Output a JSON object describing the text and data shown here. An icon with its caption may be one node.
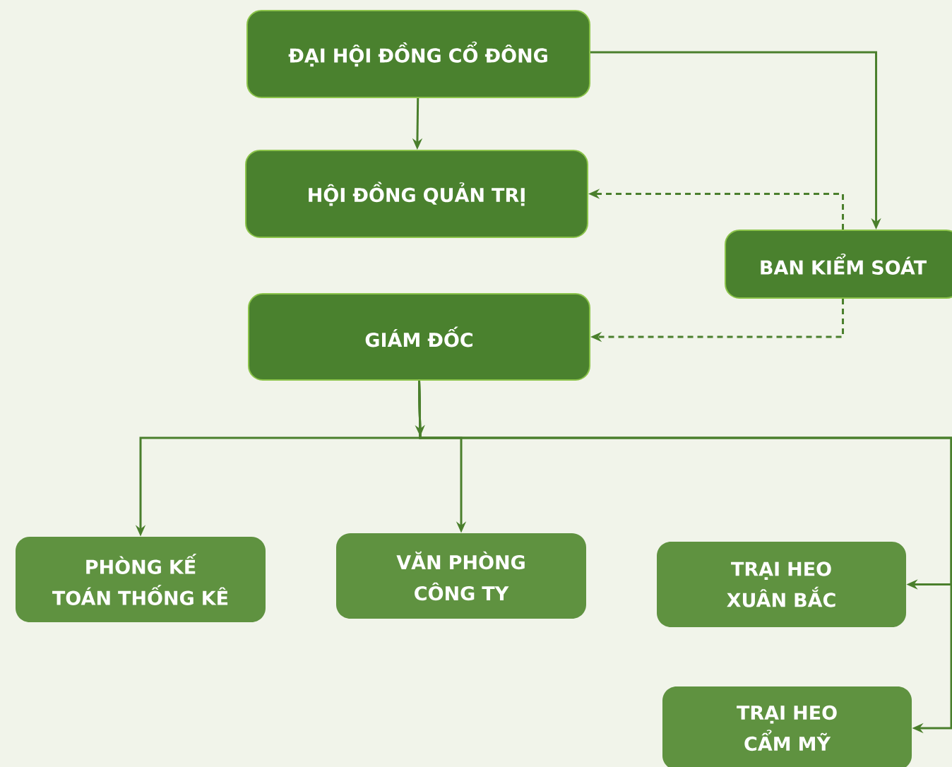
{
  "diagram": {
    "nodes": [
      {
        "text": [
          "ĐẠI HỘI ĐỒNG CỔ ĐÔNG"
        ]
      },
      {
        "text": [
          "HỘI ĐỒNG QUẢN TRỊ"
        ]
      },
      {
        "text": [
          "GIÁM ĐỐC"
        ]
      },
      {
        "text": [
          "BAN KIỂM SOÁT"
        ]
      },
      {
        "text": [
          "PHÒNG KẾ TOÁN THỐNG KÊ"
        ]
      },
      {
        "text": [
          "VĂN PHÒNG CÔNG TY"
        ]
      },
      {
        "text": [
          "TRẠI HEO XUÂN BẮC"
        ]
      },
      {
        "text": [
          "TRẠI HEO CẨM MỸ"
        ]
      }
    ],
    "edges": [
      {
        "from": 0,
        "to": 1,
        "arrow": "to"
      },
      {
        "from": 0,
        "to": 3,
        "arrow": "to"
      },
      {
        "from": 3,
        "to": 1,
        "arrow": "to",
        "style": "dashed"
      },
      {
        "from": 3,
        "to": 2,
        "arrow": "to",
        "style": "dashed"
      },
      {
        "from": 2,
        "to": 4,
        "arrow": "to"
      },
      {
        "from": 2,
        "to": 5,
        "arrow": "to"
      },
      {
        "from": 2,
        "to": 6,
        "arrow": "to"
      },
      {
        "from": 2,
        "to": 7,
        "arrow": "to"
      }
    ]
  }
}
